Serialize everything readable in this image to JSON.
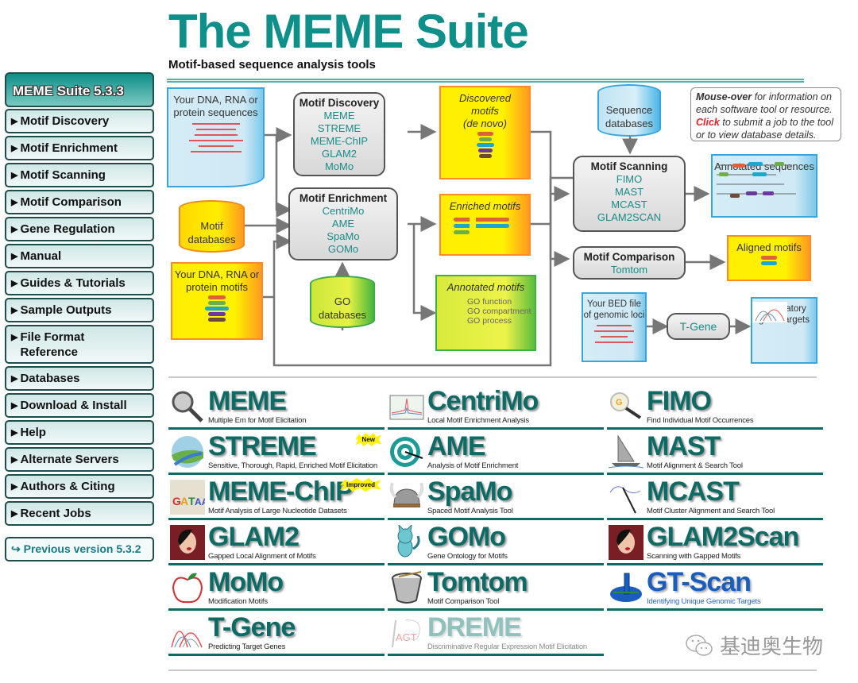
{
  "header": {
    "title": "The MEME Suite",
    "subtitle": "Motif-based sequence analysis tools"
  },
  "sidebar": {
    "heading": "MEME Suite 5.3.3",
    "items": [
      {
        "label": "Motif Discovery"
      },
      {
        "label": "Motif Enrichment"
      },
      {
        "label": "Motif Scanning"
      },
      {
        "label": "Motif Comparison"
      },
      {
        "label": "Gene Regulation"
      },
      {
        "label": "Manual"
      },
      {
        "label": "Guides & Tutorials"
      },
      {
        "label": "Sample Outputs"
      },
      {
        "label": "File Format\n Reference"
      },
      {
        "label": "Databases"
      },
      {
        "label": "Download & Install"
      },
      {
        "label": "Help"
      },
      {
        "label": "Alternate Servers"
      },
      {
        "label": "Authors & Citing"
      },
      {
        "label": "Recent Jobs"
      }
    ],
    "previous_version": "↪ Previous version 5.3.2"
  },
  "diagram": {
    "inputs": {
      "sequences": "Your DNA, RNA or protein sequences",
      "motif_db": "Motif databases",
      "your_motifs": "Your DNA, RNA or protein motifs",
      "go_db": "GO databases",
      "seq_db": "Sequence databases",
      "bed_file": "Your BED file of genomic loci"
    },
    "discovery": {
      "title": "Motif Discovery",
      "tools": [
        "MEME",
        "STREME",
        "MEME-ChIP",
        "GLAM2",
        "MoMo"
      ]
    },
    "enrichment": {
      "title": "Motif Enrichment",
      "tools": [
        "CentriMo",
        "AME",
        "SpaMo",
        "GOMo"
      ]
    },
    "scanning": {
      "title": "Motif Scanning",
      "tools": [
        "FIMO",
        "MAST",
        "MCAST",
        "GLAM2SCAN"
      ]
    },
    "comparison": {
      "title": "Motif Comparison",
      "tools": [
        "Tomtom"
      ]
    },
    "tgene": "T-Gene",
    "outputs": {
      "discovered_1": "Discovered",
      "discovered_2": "motifs",
      "discovered_3": "(de novo)",
      "enriched": "Enriched motifs",
      "annotated_motifs": "Annotated motifs",
      "go_items": [
        "GO function",
        "GO compartment",
        "GO process"
      ],
      "annotated_sequences": "Annotated sequences",
      "aligned": "Aligned motifs",
      "regulatory": "Regulatory gene targets"
    },
    "tip": {
      "mouseover": "Mouse-over",
      "mouseover_rest": " for information on each software tool or resource.",
      "click": "Click",
      "click_rest": " to submit a job to the tool or to view database details."
    },
    "colors": {
      "tool_link": "#1b8b8a",
      "click_red": "#e3242b"
    }
  },
  "tools": [
    {
      "name": "MEME",
      "desc": "Multiple Em for Motif Elicitation",
      "icon": "magnifier-icon"
    },
    {
      "name": "CentriMo",
      "desc": "Local Motif Enrichment Analysis",
      "icon": "centrimo-plot-icon"
    },
    {
      "name": "FIMO",
      "desc": "Find Individual Motif Occurrences",
      "icon": "fimo-magnifier-icon"
    },
    {
      "name": "STREME",
      "desc": "Sensitive, Thorough, Rapid, Enriched Motif Elicitation",
      "icon": "stream-landscape-icon",
      "badge": "New"
    },
    {
      "name": "AME",
      "desc": "Analysis of Motif Enrichment",
      "icon": "target-icon"
    },
    {
      "name": "MAST",
      "desc": "Motif Alignment & Search Tool",
      "icon": "sailboat-icon"
    },
    {
      "name": "MEME-ChIP",
      "desc": "Motif Analysis of Large Nucleotide Datasets",
      "icon": "logo-chart-icon",
      "badge": "Improved"
    },
    {
      "name": "SpaMo",
      "desc": "Spaced Motif Analysis Tool",
      "icon": "viking-helmet-icon"
    },
    {
      "name": "MCAST",
      "desc": "Motif Cluster Alignment and Search Tool",
      "icon": "fishing-rod-icon"
    },
    {
      "name": "GLAM2",
      "desc": "Gapped Local Alignment of Motifs",
      "icon": "glam-portrait-icon"
    },
    {
      "name": "GOMo",
      "desc": "Gene Ontology for Motifs",
      "icon": "cat-icon"
    },
    {
      "name": "GLAM2Scan",
      "desc": "Scanning with Gapped Motifs",
      "icon": "glam-portrait-icon"
    },
    {
      "name": "MoMo",
      "desc": "Modification Motifs",
      "icon": "apple-icon"
    },
    {
      "name": "Tomtom",
      "desc": "Motif Comparison Tool",
      "icon": "drum-icon"
    },
    {
      "name": "GT-Scan",
      "desc": "Identifying Unique Genomic Targets",
      "icon": "gt-scan-icon"
    },
    {
      "name": "T-Gene",
      "desc": "Predicting Target Genes",
      "icon": "arcs-icon"
    },
    {
      "name": "DREME",
      "desc": "Discriminative Regular Expression Motif Elicitation",
      "icon": "dreme-icon"
    }
  ],
  "watermark": "基迪奥生物"
}
